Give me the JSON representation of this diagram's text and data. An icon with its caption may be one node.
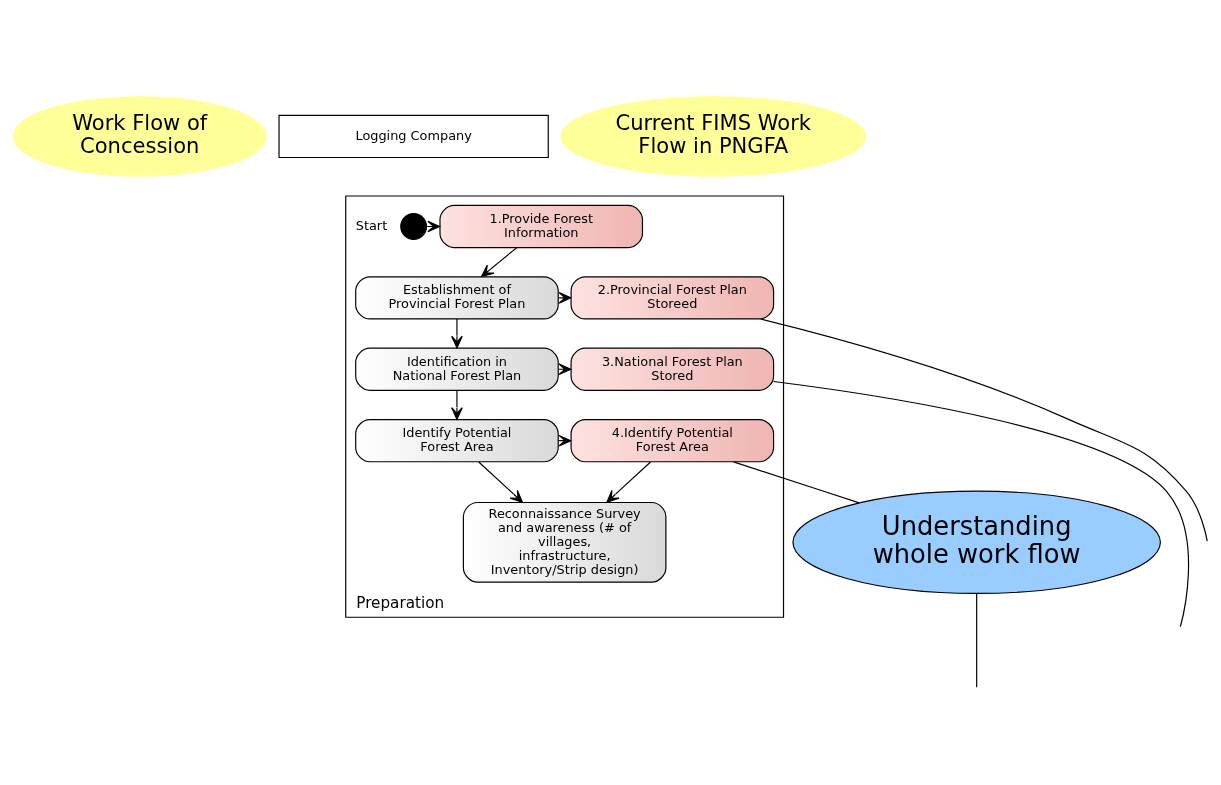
{
  "diagram": {
    "nodes": [
      {
        "text": [
          "Work Flow of Concession"
        ]
      },
      {
        "text": [
          "Logging Company"
        ]
      },
      {
        "text": [
          "Current FIMS Work Flow in PNGFA"
        ]
      },
      {
        "text": [
          "Preparation"
        ]
      },
      {
        "text": [],
        "shape": "circle",
        "beside": [
          "Start"
        ],
        "in": 3
      },
      {
        "text": [
          "Establishment of Provincial Forest Plan"
        ],
        "in": 3
      },
      {
        "text": [
          "Identification in National Forest Plan"
        ],
        "in": 3
      },
      {
        "text": [
          "Identify Potential Forest Area"
        ],
        "in": 3
      },
      {
        "text": [
          "Reconnaissance Survey and awareness (# of villages, infrastructure, Inventory/Strip design)"
        ],
        "in": 3
      },
      {
        "text": [
          "1.Provide Forest Information"
        ],
        "in": 3
      },
      {
        "text": [
          "2.Provincial Forest Plan Storeed"
        ],
        "in": 3
      },
      {
        "text": [
          "3.National Forest Plan Stored"
        ],
        "in": 3
      },
      {
        "text": [
          "4.Identify Potential Forest Area"
        ],
        "in": 3
      },
      {
        "text": [
          "Understanding whole work flow"
        ]
      }
    ],
    "edges": [
      {
        "from": 4,
        "to": 9,
        "arrow": "to"
      },
      {
        "from": 9,
        "to": 5,
        "arrow": "to"
      },
      {
        "from": 5,
        "to": 10,
        "arrow": "to"
      },
      {
        "from": 5,
        "to": 6,
        "arrow": "to"
      },
      {
        "from": 6,
        "to": 11,
        "arrow": "to"
      },
      {
        "from": 6,
        "to": 7,
        "arrow": "to"
      },
      {
        "from": 7,
        "to": 12,
        "arrow": "to"
      },
      {
        "from": 7,
        "to": 8,
        "arrow": "to"
      },
      {
        "from": 12,
        "to": 8,
        "arrow": "to"
      },
      {
        "from": 10,
        "to": null,
        "arrow": "none"
      },
      {
        "from": 11,
        "to": null,
        "arrow": "none"
      },
      {
        "from": 12,
        "to": 13,
        "arrow": "none"
      },
      {
        "from": 13,
        "to": null,
        "arrow": "none"
      }
    ]
  }
}
